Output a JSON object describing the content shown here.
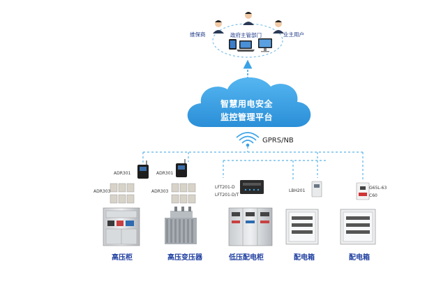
{
  "users": {
    "maintainer": "维保商",
    "government": "政府主管部门",
    "owner": "业主用户"
  },
  "platform": {
    "line1": "智慧用电安全",
    "line2": "监控管理平台"
  },
  "network": {
    "label": "GPRS/NB"
  },
  "devices": {
    "adr301_left": "ADR301",
    "adr301_right": "ADR301",
    "adr303_left": "ADR303",
    "adr303_right": "ADR303",
    "lft201_d": "LFT201-D",
    "lft201_dt": "LFT201-D/T",
    "lbh201": "LBH201",
    "g65l_63": "G65L-63",
    "c60": "C60"
  },
  "equipment": {
    "high_voltage_cabinet": "高压柜",
    "high_voltage_transformer": "高压变压器",
    "low_voltage_cabinet": "低压配电柜",
    "distribution_box_1": "配电箱",
    "distribution_box_2": "配电箱"
  },
  "colors": {
    "cloud": "#3aa2e6",
    "arrow": "#3aa2e6",
    "dashed_line": "#5bb3e8",
    "equipment_label": "#1f3fa0"
  }
}
